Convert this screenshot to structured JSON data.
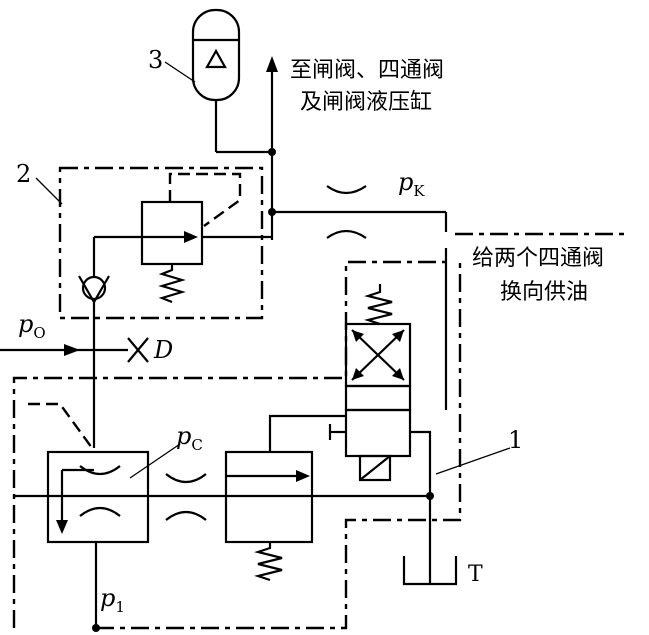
{
  "labels": {
    "component_3": "3",
    "component_2": "2",
    "component_1": "1",
    "to_valves_line1": "至闸阀、四通阀",
    "to_valves_line2": "及闸阀液压缸",
    "supply_line1": "给两个四通阀",
    "supply_line2": "换向供油",
    "pK_symbol": "p",
    "pK_sub": "K",
    "pO_symbol": "p",
    "pO_sub": "O",
    "pC_symbol": "p",
    "pC_sub": "C",
    "p1_symbol": "p",
    "p1_sub": "1",
    "orifice_D": "D",
    "tank_T": "T"
  }
}
